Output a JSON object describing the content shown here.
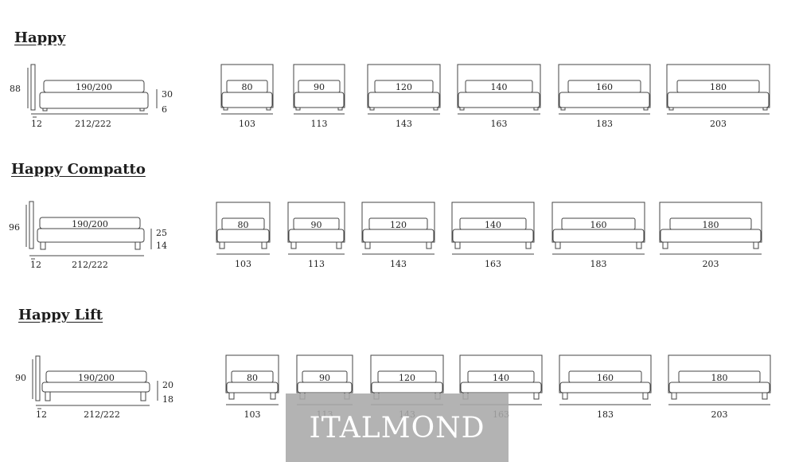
{
  "watermark": "ITALMOND",
  "sections": [
    {
      "title": "Happy",
      "side": {
        "headboard_height": "88",
        "mattress": "190/200",
        "upper_dim": "30",
        "lower_dim": "6",
        "headboard_depth": "12",
        "total_length": "212/222"
      },
      "fronts": [
        {
          "mattress": "80",
          "width": "103"
        },
        {
          "mattress": "90",
          "width": "113"
        },
        {
          "mattress": "120",
          "width": "143"
        },
        {
          "mattress": "140",
          "width": "163"
        },
        {
          "mattress": "160",
          "width": "183"
        },
        {
          "mattress": "180",
          "width": "203"
        }
      ]
    },
    {
      "title": "Happy Compatto",
      "side": {
        "headboard_height": "96",
        "mattress": "190/200",
        "upper_dim": "25",
        "lower_dim": "14",
        "headboard_depth": "12",
        "total_length": "212/222"
      },
      "fronts": [
        {
          "mattress": "80",
          "width": "103"
        },
        {
          "mattress": "90",
          "width": "113"
        },
        {
          "mattress": "120",
          "width": "143"
        },
        {
          "mattress": "140",
          "width": "163"
        },
        {
          "mattress": "160",
          "width": "183"
        },
        {
          "mattress": "180",
          "width": "203"
        }
      ]
    },
    {
      "title": "Happy Lift",
      "side": {
        "headboard_height": "90",
        "mattress": "190/200",
        "upper_dim": "20",
        "lower_dim": "18",
        "headboard_depth": "12",
        "total_length": "212/222"
      },
      "fronts": [
        {
          "mattress": "80",
          "width": "103"
        },
        {
          "mattress": "90",
          "width": "113"
        },
        {
          "mattress": "120",
          "width": "143"
        },
        {
          "mattress": "140",
          "width": "163"
        },
        {
          "mattress": "160",
          "width": "183"
        },
        {
          "mattress": "180",
          "width": "203"
        }
      ]
    }
  ]
}
